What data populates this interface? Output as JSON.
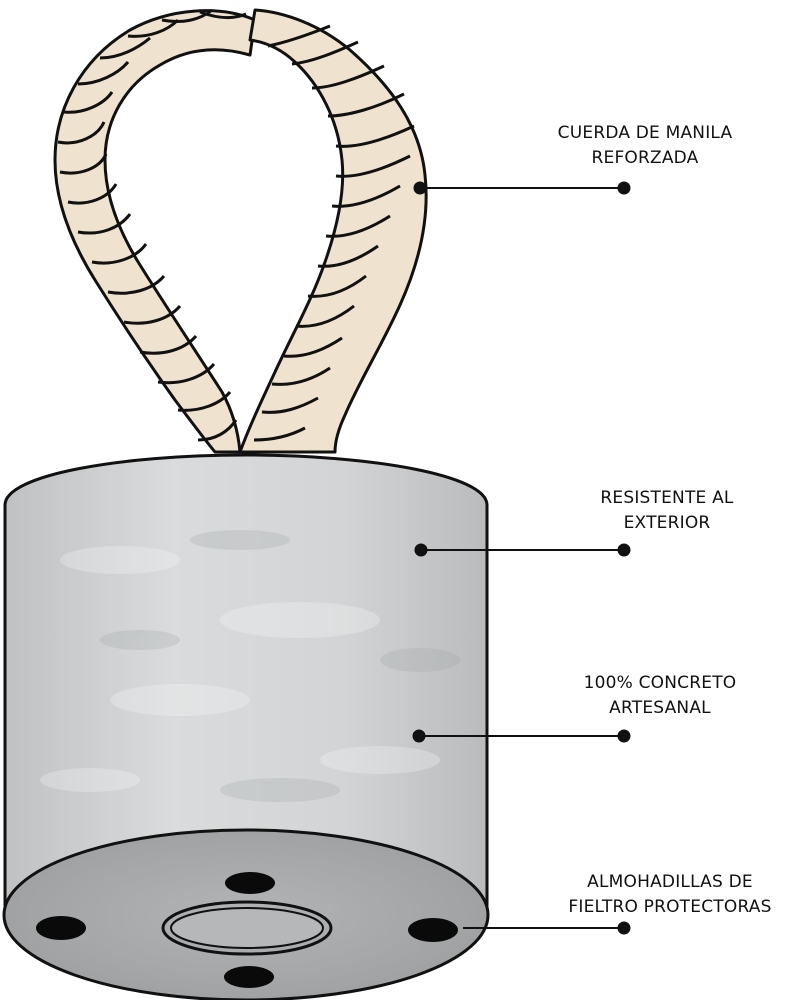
{
  "callouts": {
    "rope": {
      "line1": "CUERDA DE MANILA",
      "line2": "REFORZADA"
    },
    "weather": {
      "line1": "RESISTENTE AL",
      "line2": "EXTERIOR"
    },
    "concrete": {
      "line1": "100% CONCRETO",
      "line2": "ARTESANAL"
    },
    "pads": {
      "line1": "ALMOHADILLAS DE",
      "line2": "FIELTRO PROTECTORAS"
    }
  },
  "colors": {
    "rope": "#efe3cf",
    "concrete": "#cfd1d3",
    "base": "#a6a8aa",
    "outline": "#111111"
  }
}
